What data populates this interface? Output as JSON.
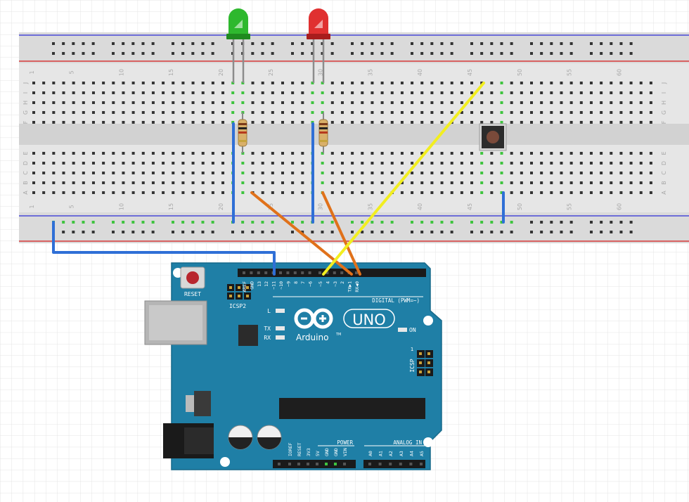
{
  "breadboard": {
    "column_numbers": [
      "1",
      "5",
      "10",
      "15",
      "20",
      "25",
      "30",
      "35",
      "40",
      "45",
      "50",
      "55",
      "60"
    ],
    "row_letters_top": [
      "J",
      "I",
      "H",
      "G",
      "F"
    ],
    "row_letters_bottom": [
      "E",
      "D",
      "C",
      "B",
      "A"
    ]
  },
  "components": {
    "led_green": {
      "color": "#2eb82e",
      "dark": "#1f8a1f"
    },
    "led_red": {
      "color": "#e03030",
      "dark": "#a81d1d"
    }
  },
  "wires": {
    "blue": "#2f6fd6",
    "orange": "#e0711a",
    "yellow": "#f2ee20"
  },
  "arduino": {
    "board_color": "#1f7fa6",
    "reset_label": "RESET",
    "icsp2_label": "ICSP2",
    "icsp_label": "ICSP",
    "icsp_pin1": "1",
    "l_label": "L",
    "tx_label": "TX",
    "rx_label": "RX",
    "on_label": "ON",
    "brand": "Arduino",
    "tm": "TM",
    "model": "UNO",
    "digital_label": "DIGITAL (PWM=~)",
    "power_label": "POWER",
    "analog_label": "ANALOG IN",
    "digital_pins": [
      "AREF",
      "GND",
      "13",
      "12",
      "~11",
      "~10",
      "~9",
      "8",
      "7",
      "~6",
      "~5",
      "4",
      "~3",
      "2",
      "TX▶1",
      "RX◀0"
    ],
    "power_pins": [
      "IOREF",
      "RESET",
      "3V3",
      "5V",
      "GND",
      "GND",
      "VIN"
    ],
    "analog_pins": [
      "A0",
      "A1",
      "A2",
      "A3",
      "A4",
      "A5"
    ]
  }
}
